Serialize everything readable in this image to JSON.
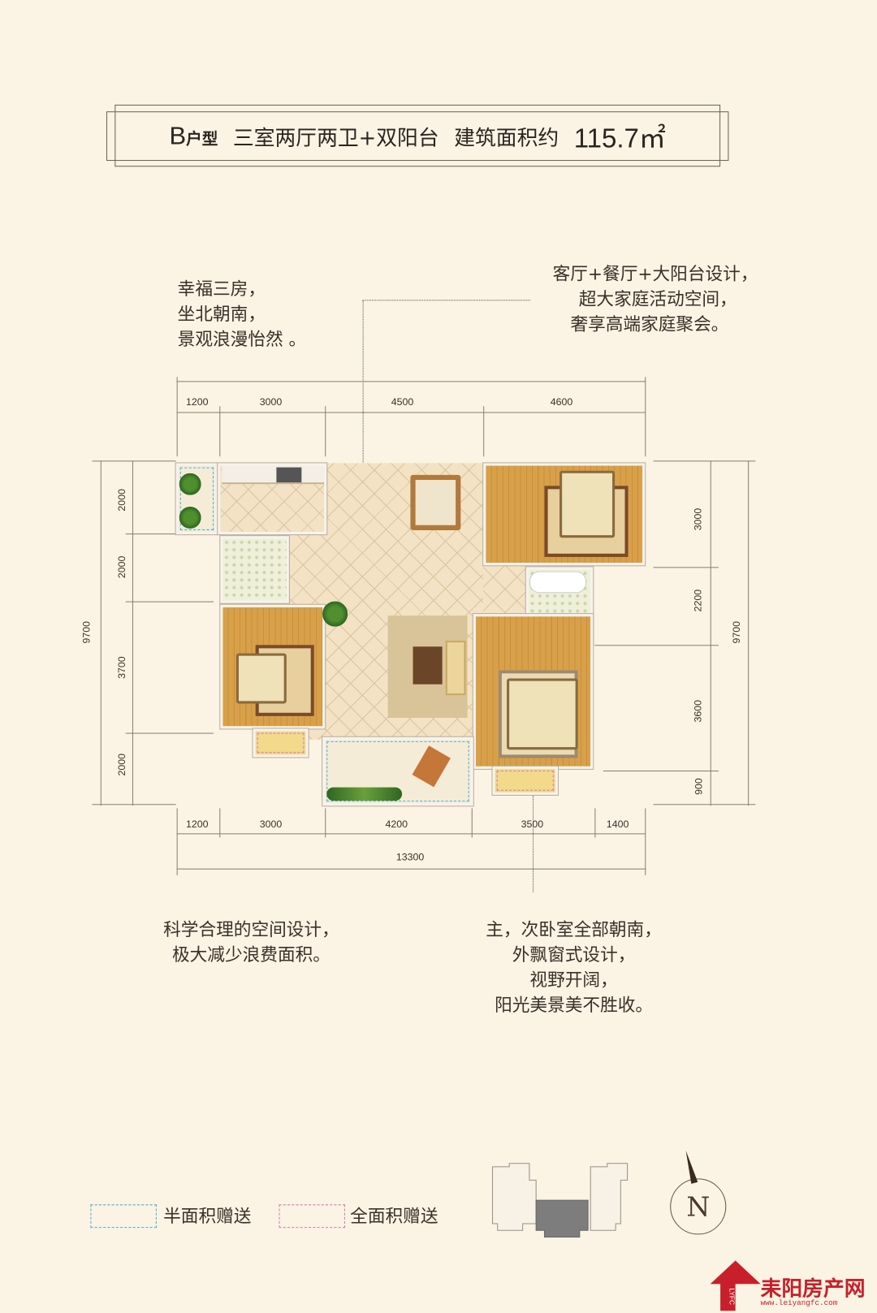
{
  "header": {
    "unit_type": "B",
    "unit_suffix": "户型",
    "layout": "三室两厅两卫+双阳台",
    "area_label": "建筑面积约",
    "area_value": "115.7㎡"
  },
  "callouts": {
    "top_left": [
      "幸福三房，",
      "坐北朝南，",
      "景观浪漫怡然 。"
    ],
    "top_right": [
      "客厅+餐厅+大阳台设计，",
      "超大家庭活动空间，",
      "奢享高端家庭聚会。"
    ],
    "bottom_left": [
      "科学合理的空间设计，",
      "极大减少浪费面积。"
    ],
    "bottom_right": [
      "主，次卧室全部朝南，",
      "外飘窗式设计，",
      "视野开阔，",
      "阳光美景美不胜收。"
    ]
  },
  "dimensions": {
    "top": [
      "1200",
      "3000",
      "4500",
      "4600"
    ],
    "bottom": [
      "1200",
      "3000",
      "4200",
      "3500",
      "1400"
    ],
    "bottom_total": "13300",
    "left": [
      "2000",
      "2000",
      "3700",
      "2000"
    ],
    "left_total": "9700",
    "right": [
      "3000",
      "2200",
      "3600",
      "900"
    ],
    "right_total": "9700"
  },
  "legend": [
    {
      "label": "半面积赠送",
      "color": "#43b3cf"
    },
    {
      "label": "全面积赠送",
      "color": "#c97fb5"
    }
  ],
  "compass": {
    "label": "N"
  },
  "watermark": {
    "name": "耒阳房产网",
    "url": "www.leiyangfc.com",
    "mark": "LYFC"
  }
}
